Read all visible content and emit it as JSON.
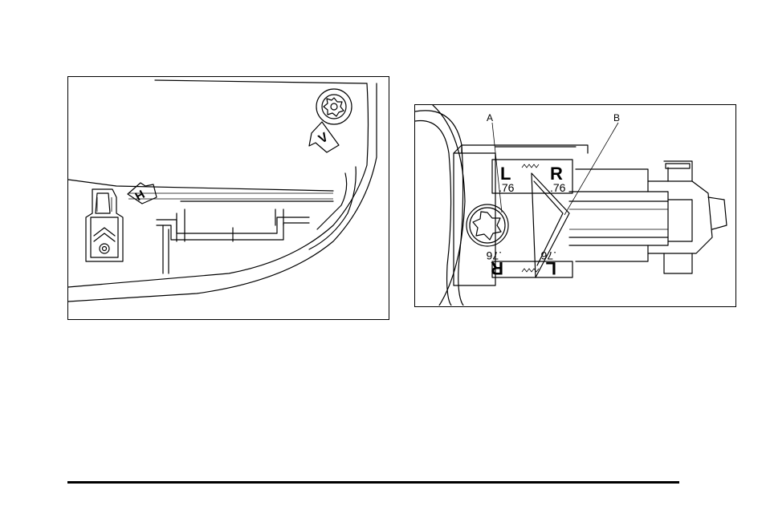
{
  "left_figure": {
    "labels": {
      "vertical_arrow": "V",
      "horizontal_arrow": "H"
    }
  },
  "right_figure": {
    "callouts": {
      "a": "A",
      "b": "B"
    },
    "adjuster_labels": {
      "left_top": "L",
      "right_top": "R",
      "left_value": ".76",
      "right_value": ".76",
      "left_bottom_value": ".76",
      "right_bottom_value": ".76",
      "left_bottom": "R",
      "right_bottom": "L"
    }
  }
}
